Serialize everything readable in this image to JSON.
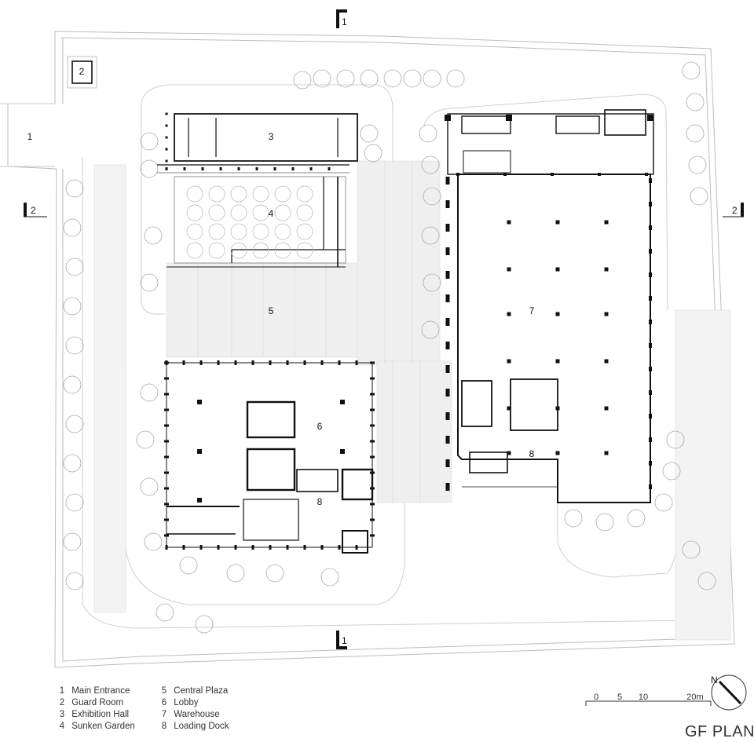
{
  "plan_title": "GF PLAN",
  "north_label": "N",
  "scale_bar": {
    "ticks": [
      "0",
      "5",
      "10",
      "20m"
    ]
  },
  "section_markers": {
    "section_1": "1",
    "section_2": "2"
  },
  "rooms": {
    "main_entrance": "1",
    "guard_room": "2",
    "exhibition_hall": "3",
    "sunken_garden": "4",
    "central_plaza": "5",
    "lobby": "6",
    "warehouse": "7",
    "loading_dock": "8"
  },
  "legend": [
    {
      "num": "1",
      "label": "Main Entrance"
    },
    {
      "num": "2",
      "label": "Guard Room"
    },
    {
      "num": "3",
      "label": "Exhibition Hall"
    },
    {
      "num": "4",
      "label": "Sunken Garden"
    },
    {
      "num": "5",
      "label": "Central Plaza"
    },
    {
      "num": "6",
      "label": "Lobby"
    },
    {
      "num": "7",
      "label": "Warehouse"
    },
    {
      "num": "8",
      "label": "Loading Dock"
    }
  ],
  "colors": {
    "wall": "#111111",
    "site_line": "#bdbdbd",
    "paving": "#d6d6d6",
    "tree": "#9e9e9e"
  }
}
